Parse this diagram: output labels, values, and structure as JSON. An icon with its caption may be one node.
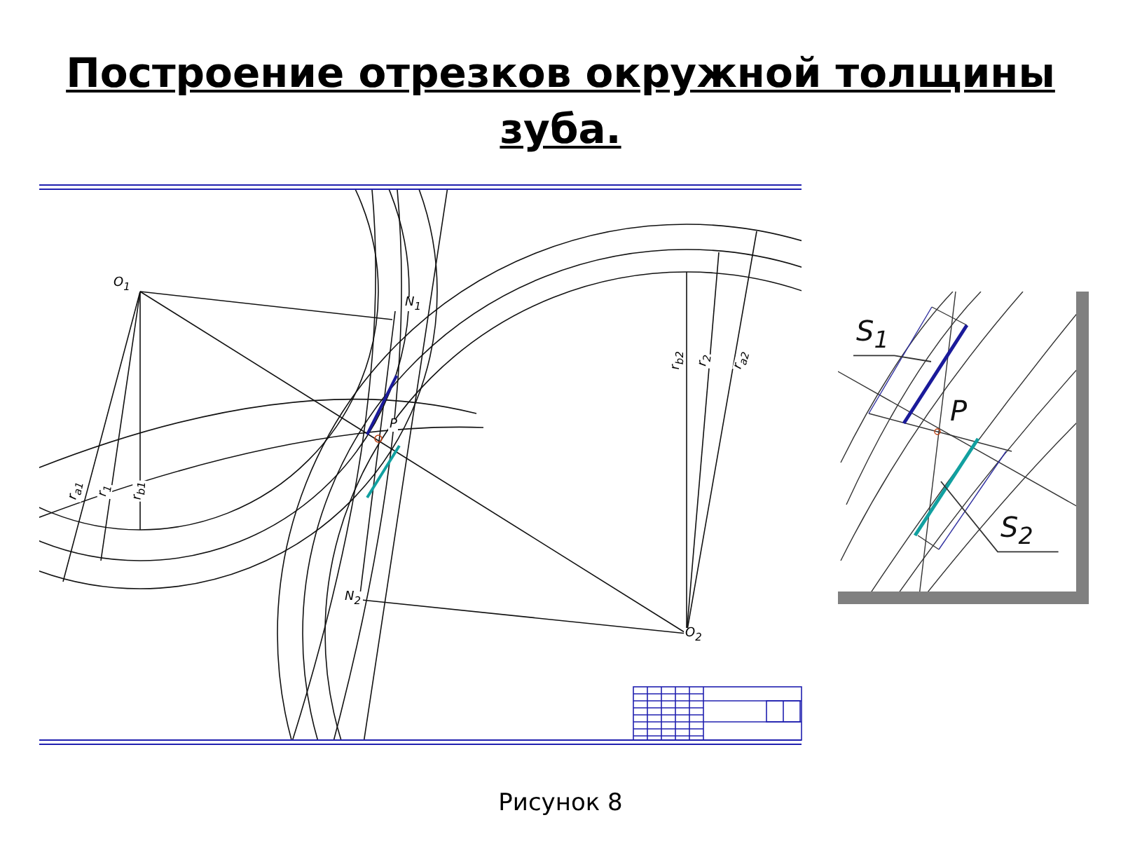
{
  "diagram": {
    "title": "Построение отрезков окружной толщины зуба.",
    "caption": "Рисунок 8",
    "nodes": [
      {
        "text": [
          "S$_{1}$"
        ]
      },
      {
        "text": [],
        "shape": "bar"
      },
      {
        "text": [
          "S$_{2}$"
        ]
      },
      {
        "text": [],
        "shape": "bar"
      }
    ],
    "edges": [
      {
        "from": 0,
        "to": 1,
        "arrow": "none"
      },
      {
        "from": 2,
        "to": 3,
        "arrow": "none"
      }
    ],
    "labels": [
      "O$_{1}$",
      "N$_{1}$",
      "P",
      "r$_{a1}$",
      "r$_{1}$",
      "r$_{b1}$",
      "r$_{b2}$",
      "r$_{2}$",
      "r$_{a2}$",
      "N$_{2}$",
      "O$_{2}$",
      "P"
    ]
  }
}
